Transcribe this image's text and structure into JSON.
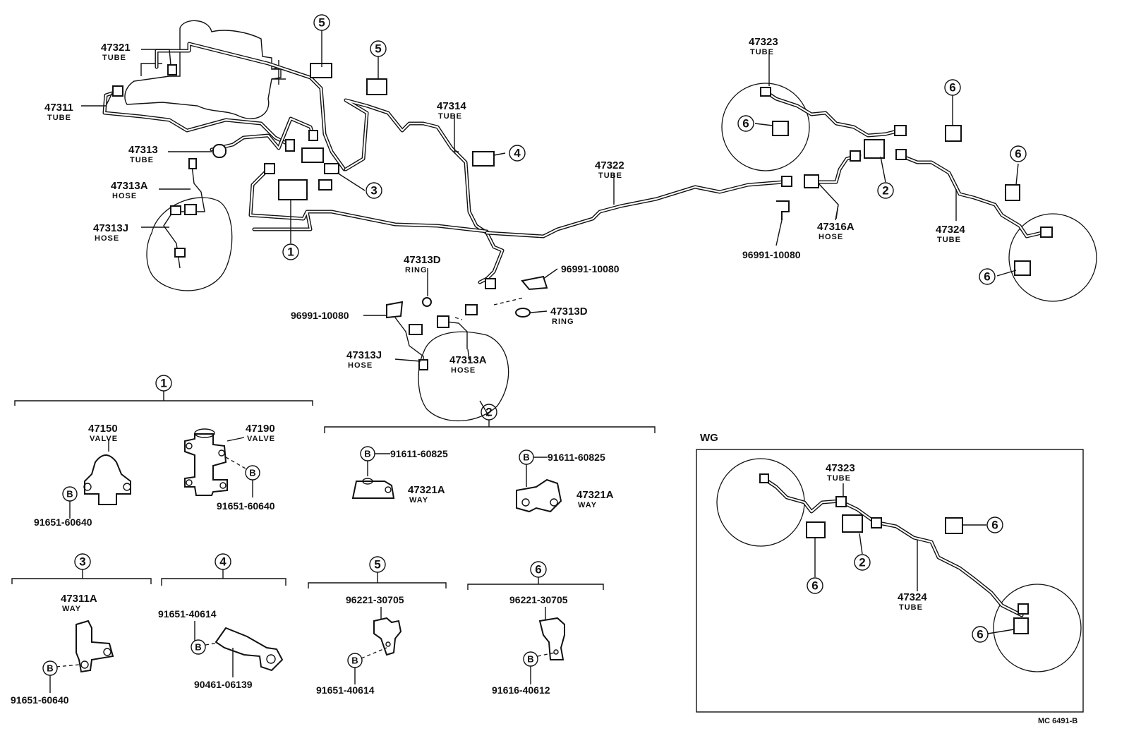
{
  "parts": {
    "p47321": {
      "number": "47321",
      "desc": "TUBE"
    },
    "p47311": {
      "number": "47311",
      "desc": "TUBE"
    },
    "p47313": {
      "number": "47313",
      "desc": "TUBE"
    },
    "p47313A_l": {
      "number": "47313A",
      "desc": "HOSE"
    },
    "p47313J_l": {
      "number": "47313J",
      "desc": "HOSE"
    },
    "p47314": {
      "number": "47314",
      "desc": "TUBE"
    },
    "p47322": {
      "number": "47322",
      "desc": "TUBE"
    },
    "p47323": {
      "number": "47323",
      "desc": "TUBE"
    },
    "p47316A": {
      "number": "47316A",
      "desc": "HOSE"
    },
    "p47324": {
      "number": "47324",
      "desc": "TUBE"
    },
    "p47313D_a": {
      "number": "47313D",
      "desc": "RING"
    },
    "p47313D_b": {
      "number": "47313D",
      "desc": "RING"
    },
    "p47313J_c": {
      "number": "47313J",
      "desc": "HOSE"
    },
    "p47313A_c": {
      "number": "47313A",
      "desc": "HOSE"
    },
    "p96991_a": {
      "number": "96991-10080"
    },
    "p96991_b": {
      "number": "96991-10080"
    },
    "p96991_c": {
      "number": "96991-10080"
    },
    "p47150": {
      "number": "47150",
      "desc": "VALVE"
    },
    "p47190": {
      "number": "47190",
      "desc": "VALVE"
    },
    "p91651_60640_a": {
      "number": "91651-60640"
    },
    "p91651_60640_b": {
      "number": "91651-60640"
    },
    "p91611_a": {
      "number": "91611-60825"
    },
    "p91611_b": {
      "number": "91611-60825"
    },
    "p47321A_a": {
      "number": "47321A",
      "desc": "WAY"
    },
    "p47321A_b": {
      "number": "47321A",
      "desc": "WAY"
    },
    "p47311A": {
      "number": "47311A",
      "desc": "WAY"
    },
    "p91651_60640_c": {
      "number": "91651-60640"
    },
    "p91651_40614_a": {
      "number": "91651-40614"
    },
    "p90461": {
      "number": "90461-06139"
    },
    "p96221_a": {
      "number": "96221-30705"
    },
    "p91651_40614_b": {
      "number": "91651-40614"
    },
    "p96221_b": {
      "number": "96221-30705"
    },
    "p91616": {
      "number": "91616-40612"
    },
    "wg_47323": {
      "number": "47323",
      "desc": "TUBE"
    },
    "wg_47324": {
      "number": "47324",
      "desc": "TUBE"
    }
  },
  "callouts": {
    "one": "1",
    "two": "2",
    "three": "3",
    "four": "4",
    "five": "5",
    "six": "6",
    "bolt": "B"
  },
  "inset_title": "WG",
  "figure_code": "MC 6491-B"
}
